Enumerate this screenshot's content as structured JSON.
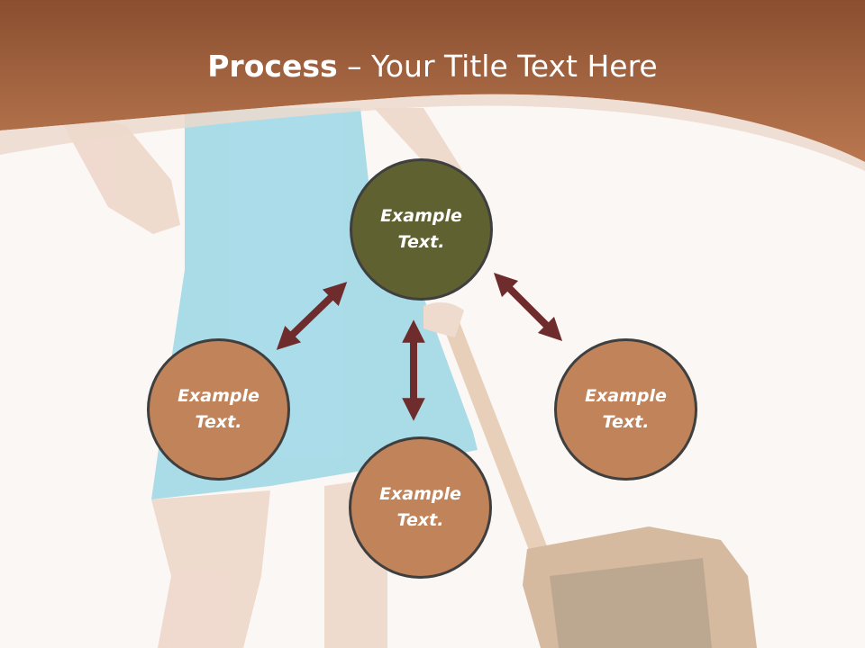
{
  "title": {
    "bold": "Process",
    "rest": " – Your Title Text Here"
  },
  "nodes": [
    {
      "id": "top",
      "text": "Example Text."
    },
    {
      "id": "left",
      "text": "Example Text."
    },
    {
      "id": "bottom",
      "text": "Example Text."
    },
    {
      "id": "right",
      "text": "Example Text."
    }
  ],
  "colors": {
    "header": "#a8643f",
    "center_node": "#5f6131",
    "outer_node": "#c0835a",
    "arrow": "#6e2c2c",
    "background": "#fbf7f4"
  }
}
